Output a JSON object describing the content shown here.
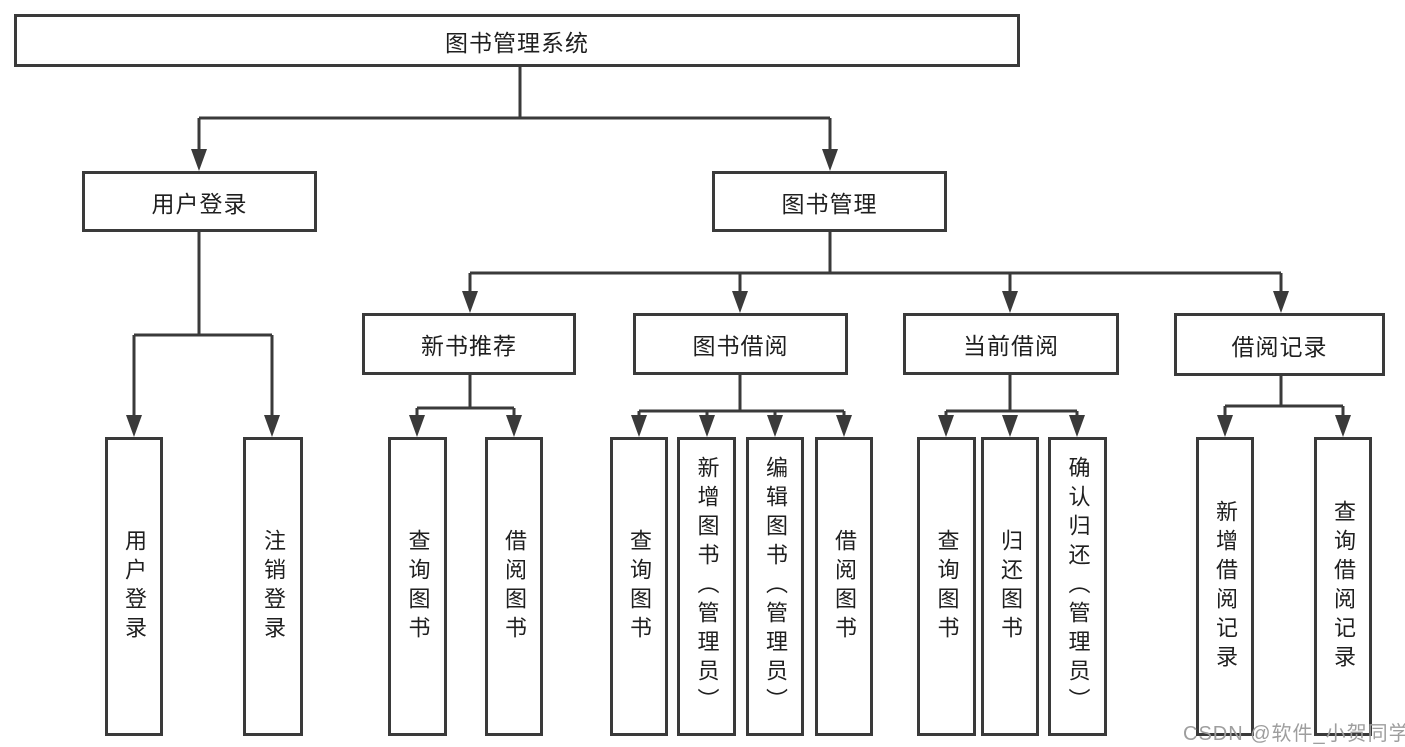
{
  "diagram": {
    "root": {
      "label": "图书管理系统"
    },
    "level2": {
      "user_login": {
        "label": "用户登录"
      },
      "book_management": {
        "label": "图书管理"
      }
    },
    "level3": {
      "new_book_recommend": {
        "label": "新书推荐"
      },
      "book_borrowing": {
        "label": "图书借阅"
      },
      "current_borrowing": {
        "label": "当前借阅"
      },
      "borrowing_records": {
        "label": "借阅记录"
      }
    },
    "leaves": [
      {
        "label": "用户登录"
      },
      {
        "label": "注销登录"
      },
      {
        "label": "查询图书"
      },
      {
        "label": "借阅图书"
      },
      {
        "label": "查询图书"
      },
      {
        "label": "新增图书（管理员）"
      },
      {
        "label": "编辑图书（管理员）"
      },
      {
        "label": "借阅图书"
      },
      {
        "label": "查询图书"
      },
      {
        "label": "归还图书"
      },
      {
        "label": "确认归还（管理员）"
      },
      {
        "label": "新增借阅记录"
      },
      {
        "label": "查询借阅记录"
      }
    ]
  },
  "watermark": {
    "text": "CSDN @软件_小贺同学"
  },
  "colors": {
    "line": "#3a3a3a",
    "box_border": "#3a3a3a",
    "text": "#1f1f1f",
    "background": "#ffffff",
    "watermark": "#9e9e9e"
  }
}
